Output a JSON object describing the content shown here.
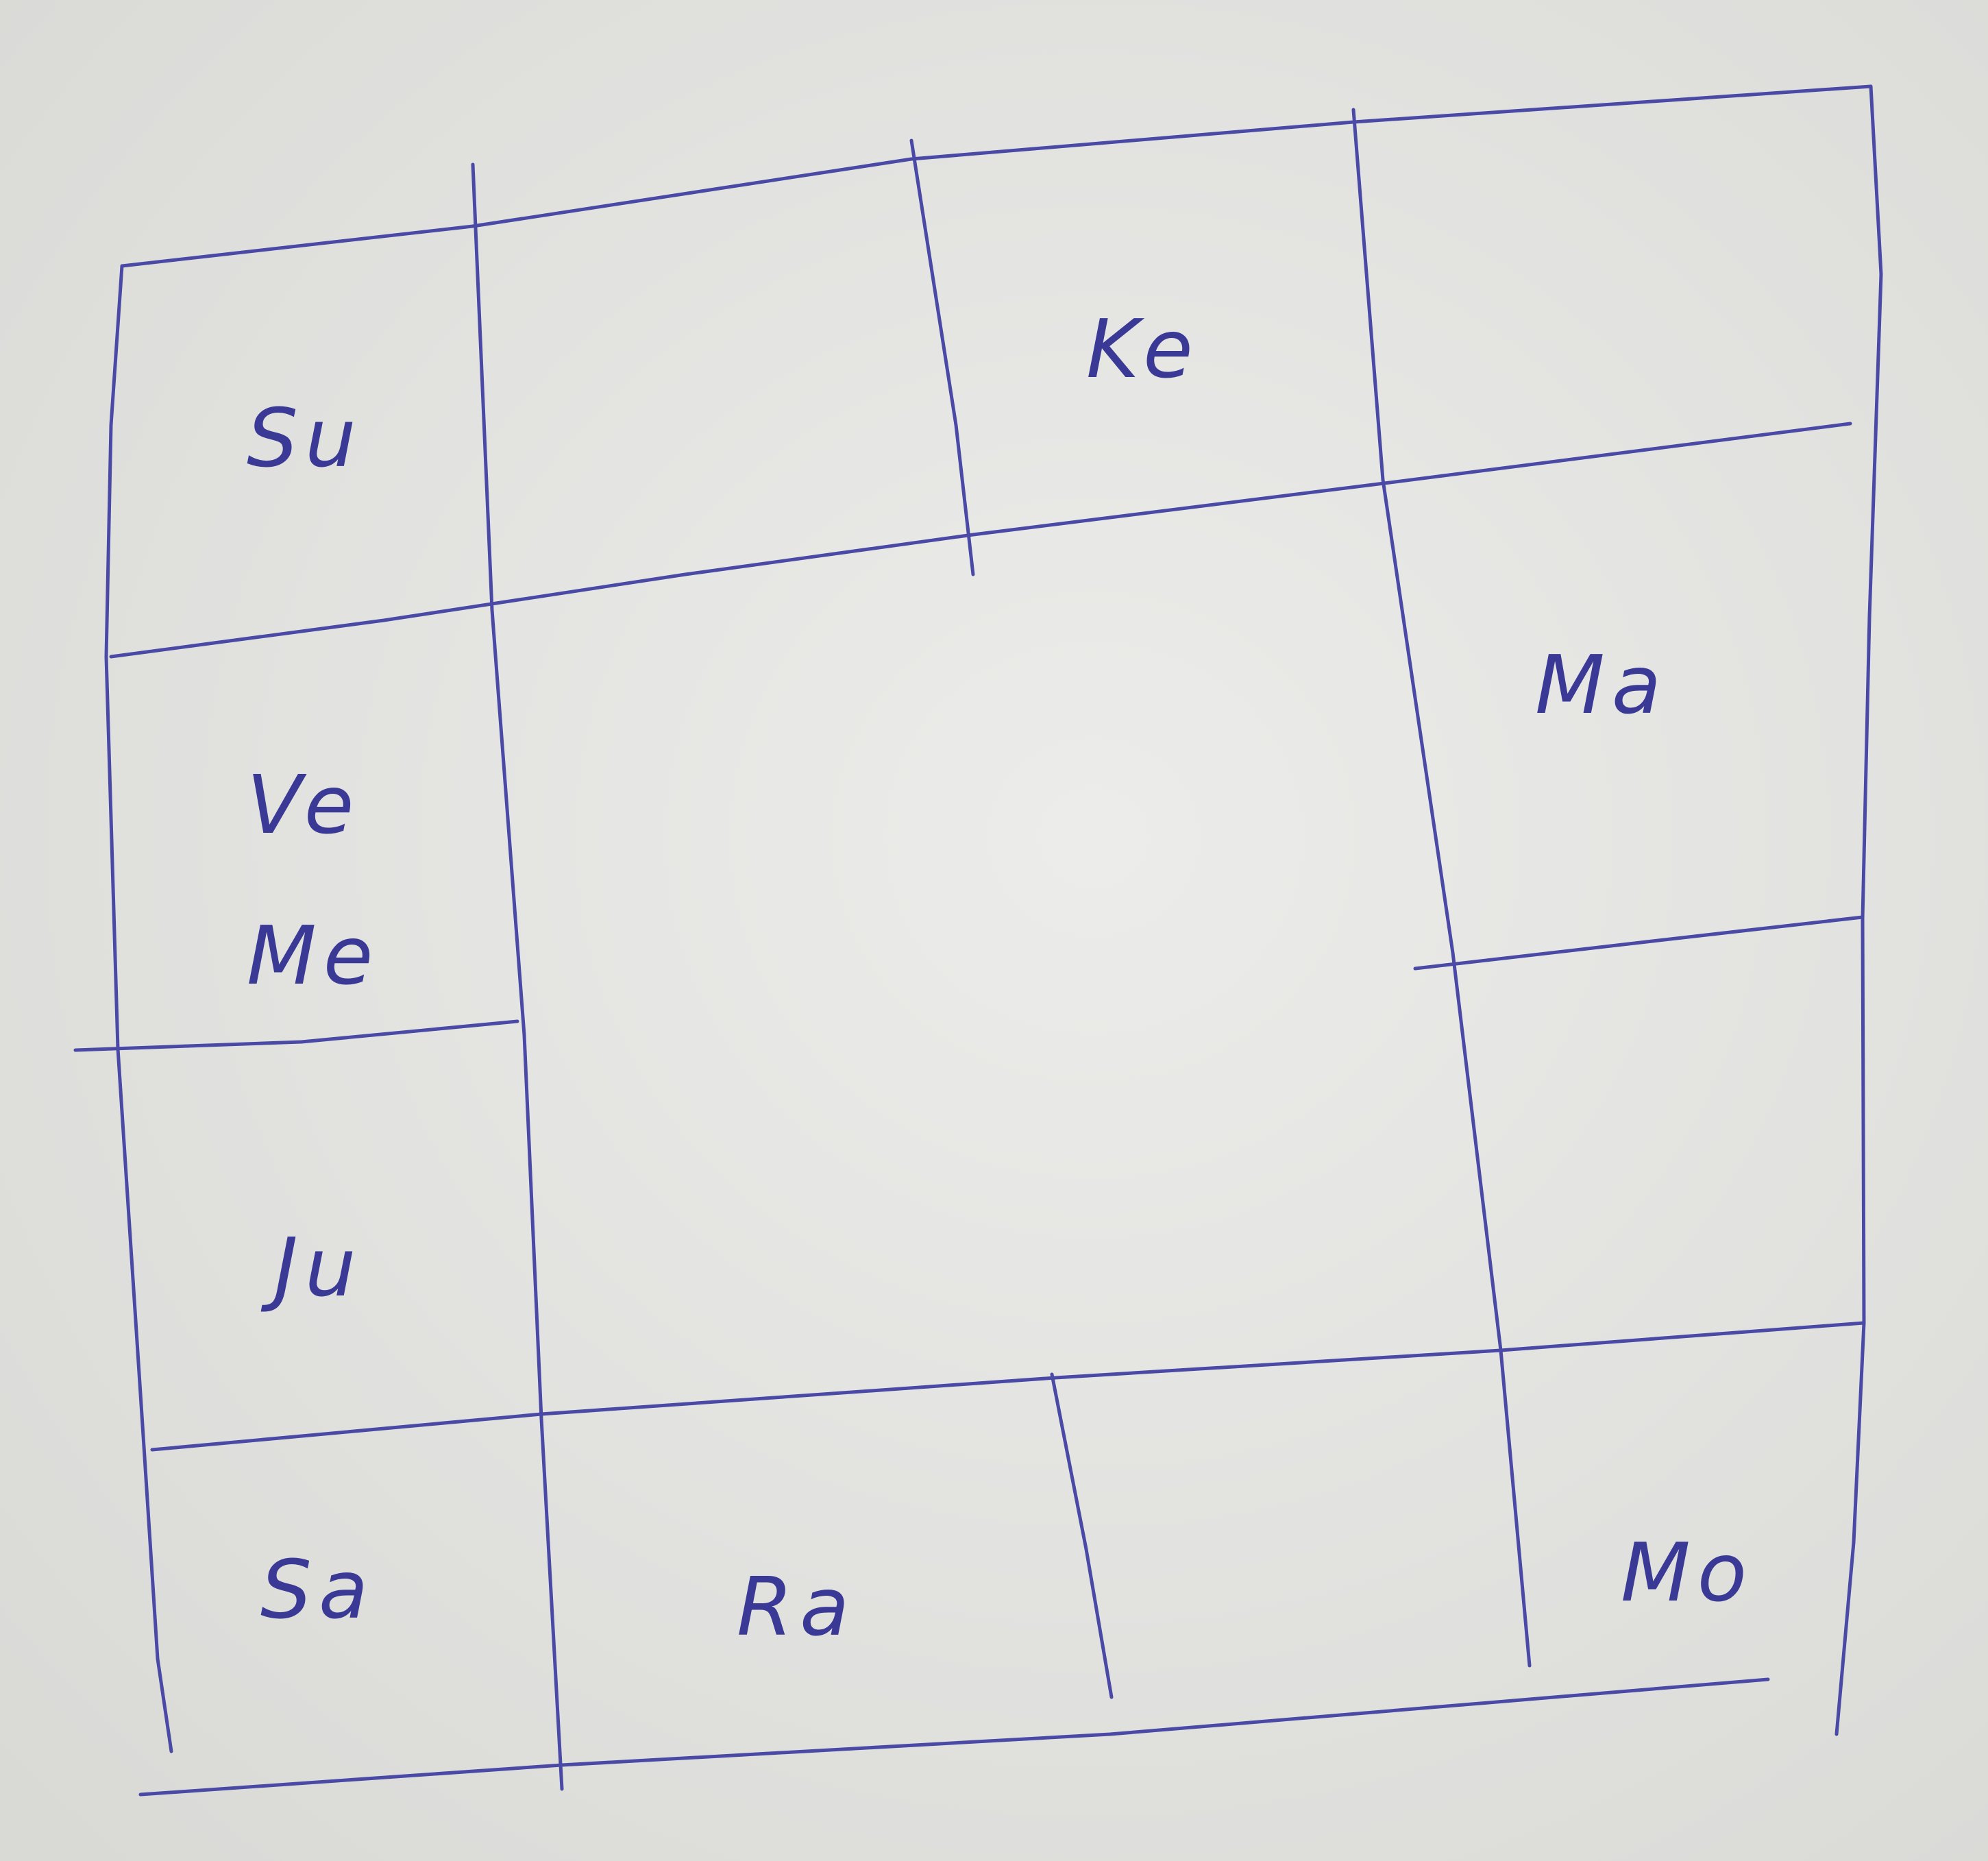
{
  "diagram": {
    "type": "hand-drawn 12-house grid (south-indian style chart)",
    "ink_color": "#4a4aa6",
    "paper_color": "#e6e6e4",
    "houses": {
      "top_left": "Su",
      "top_mid_left": "",
      "top_mid_right": "Ke",
      "top_right": "",
      "left_upper": "Ve Me",
      "left_lower": "Ju",
      "right_upper": "Ma",
      "right_lower": "",
      "bottom_left": "Sa",
      "bottom_mid_left": "Ra",
      "bottom_mid_right": "",
      "bottom_right": "Mo"
    },
    "labels": {
      "su": "Su",
      "ke": "Ke",
      "ve": "Ve",
      "me": "Me",
      "ma": "Ma",
      "ju": "Ju",
      "sa": "Sa",
      "ra": "Ra",
      "mo": "Mo"
    }
  }
}
